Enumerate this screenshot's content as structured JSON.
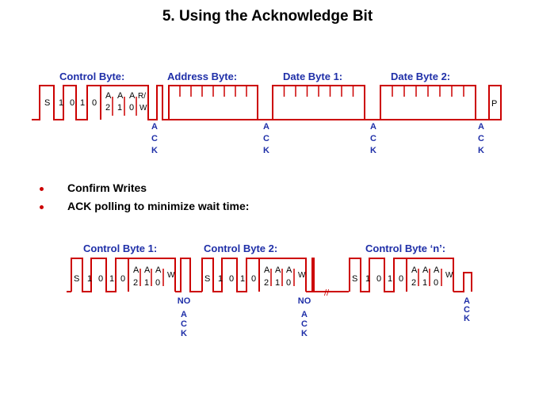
{
  "title": "5. Using the Acknowledge Bit",
  "colors": {
    "wave": "#cc0000",
    "label": "#1f2fa8",
    "text": "#000000"
  },
  "diagram1": {
    "labels": [
      "Control Byte:",
      "Address Byte:",
      "Date Byte 1:",
      "Date Byte 2:"
    ],
    "start": "S",
    "control_bits": [
      "1",
      "0",
      "1",
      "0",
      "A2",
      "A1",
      "A0",
      "R/W"
    ],
    "stop": "P",
    "acks": [
      "ACK",
      "ACK",
      "ACK",
      "ACK"
    ]
  },
  "bullets": [
    "Confirm Writes",
    "ACK polling to minimize wait time:"
  ],
  "diagram2": {
    "labels": [
      "Control Byte 1:",
      "Control Byte 2:",
      "Control Byte ‘n’:"
    ],
    "start": "S",
    "control_bits": [
      "1",
      "0",
      "1",
      "0",
      "A2",
      "A1",
      "A0",
      "W"
    ],
    "no_label": "NO",
    "acks": [
      "ACK",
      "ACK",
      "ACK"
    ],
    "break_mark": "//"
  }
}
